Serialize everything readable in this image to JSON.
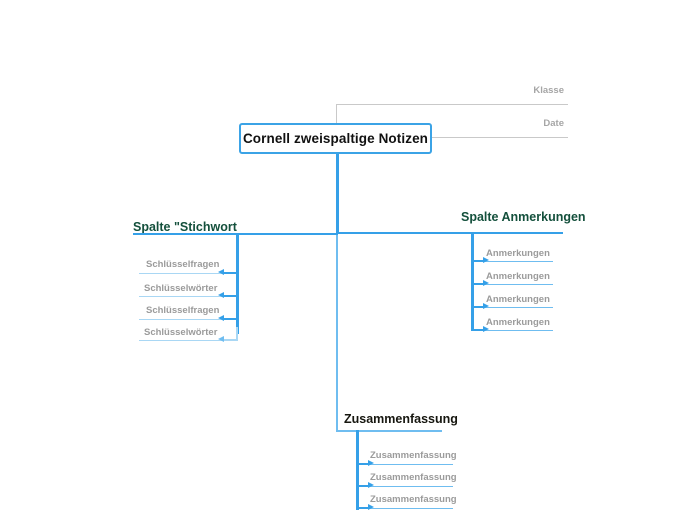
{
  "document": {
    "type": "mindmap",
    "background": "#ffffff",
    "accent_blue": "#35a0e8",
    "accent_blue_light": "#6fbdf0",
    "accent_blue_pale": "#a9d7f4",
    "header_green": "#14503c",
    "leaf_grey": "#9b9b9b",
    "corner_grey": "#a6a6a6"
  },
  "root": {
    "label": "Cornell zweispaltige Notizen"
  },
  "corner_fields": [
    {
      "label": "Klasse"
    },
    {
      "label": "Date"
    }
  ],
  "branches": [
    {
      "id": "stichwort",
      "title": "Spalte \"Stichwort",
      "side": "left",
      "children": [
        {
          "label": "Schlüsselfragen"
        },
        {
          "label": "Schlüsselwörter"
        },
        {
          "label": "Schlüsselfragen"
        },
        {
          "label": "Schlüsselwörter"
        }
      ]
    },
    {
      "id": "anmerkungen",
      "title": "Spalte Anmerkungen",
      "side": "right",
      "children": [
        {
          "label": "Anmerkungen"
        },
        {
          "label": "Anmerkungen"
        },
        {
          "label": "Anmerkungen"
        },
        {
          "label": "Anmerkungen"
        }
      ]
    },
    {
      "id": "zusammenfassung",
      "title": "Zusammenfassung",
      "side": "bottom",
      "children": [
        {
          "label": "Zusammenfassung"
        },
        {
          "label": "Zusammenfassung"
        },
        {
          "label": "Zusammenfassung"
        }
      ]
    }
  ]
}
